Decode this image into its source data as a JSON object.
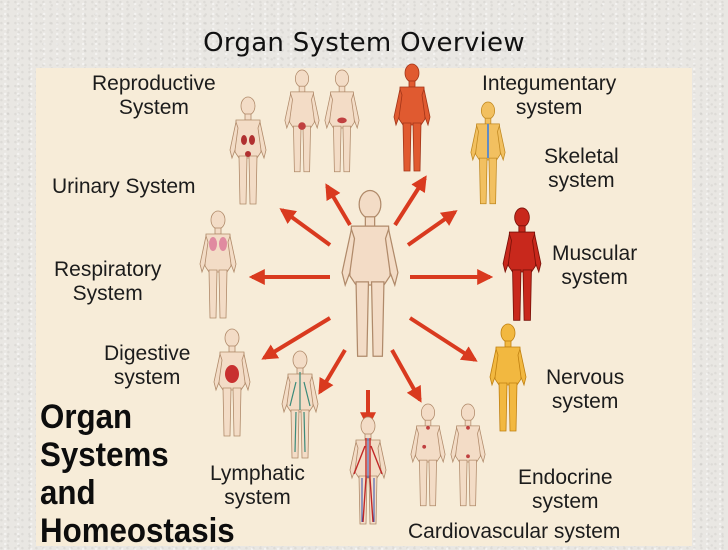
{
  "slide": {
    "title": "Organ System Overview"
  },
  "diagram": {
    "labels": {
      "reproductive": "Reproductive\nSystem",
      "integumentary": "Integumentary\nsystem",
      "skeletal": "Skeletal\nsystem",
      "urinary": "Urinary System",
      "muscular": "Muscular\nsystem",
      "respiratory": "Respiratory\nSystem",
      "digestive": "Digestive\nsystem",
      "nervous": "Nervous\nsystem",
      "lymphatic": "Lymphatic\nsystem",
      "endocrine": "Endocrine\nsystem",
      "cardiovascular": "Cardiovascular system"
    },
    "big_title": [
      "Organ",
      "Systems",
      "and",
      "Homeostasis"
    ],
    "colors": {
      "arrow": "#d93a1f",
      "panel": "#f7ecd8",
      "skin": "#f0d8c0",
      "muscle": "#c8281c",
      "bone": "#f0b640",
      "nerve": "#e8a020"
    }
  }
}
